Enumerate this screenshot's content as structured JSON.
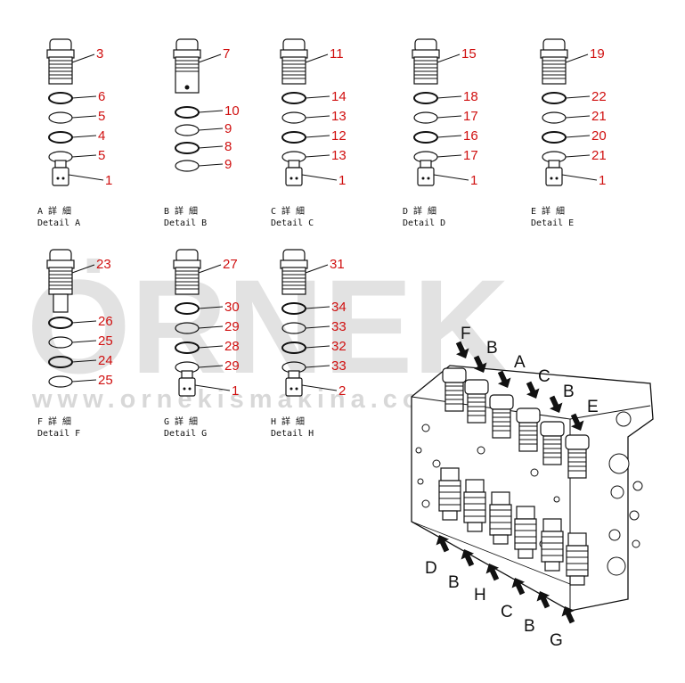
{
  "watermark": {
    "brand": "ÖRNEK",
    "url": "www.ornekismakina.com.tr"
  },
  "details": [
    {
      "id": "A",
      "caption_jp": "A 詳 細",
      "caption_en": "Detail A",
      "plug": "3",
      "rings": [
        "6",
        "5",
        "4",
        "5"
      ],
      "poppet": "1"
    },
    {
      "id": "B",
      "caption_jp": "B 詳 細",
      "caption_en": "Detail B",
      "plug": "7",
      "rings": [
        "10",
        "9",
        "8",
        "9"
      ],
      "poppet": ""
    },
    {
      "id": "C",
      "caption_jp": "C 詳 細",
      "caption_en": "Detail C",
      "plug": "11",
      "rings": [
        "14",
        "13",
        "12",
        "13"
      ],
      "poppet": "1"
    },
    {
      "id": "D",
      "caption_jp": "D 詳 細",
      "caption_en": "Detail D",
      "plug": "15",
      "rings": [
        "18",
        "17",
        "16",
        "17"
      ],
      "poppet": "1"
    },
    {
      "id": "E",
      "caption_jp": "E 詳 細",
      "caption_en": "Detail E",
      "plug": "19",
      "rings": [
        "22",
        "21",
        "20",
        "21"
      ],
      "poppet": "1"
    },
    {
      "id": "F",
      "caption_jp": "F 詳 細",
      "caption_en": "Detail F",
      "plug": "23",
      "rings": [
        "26",
        "25",
        "24",
        "25"
      ],
      "poppet": ""
    },
    {
      "id": "G",
      "caption_jp": "G 詳 細",
      "caption_en": "Detail G",
      "plug": "27",
      "rings": [
        "30",
        "29",
        "28",
        "29"
      ],
      "poppet": "1"
    },
    {
      "id": "H",
      "caption_jp": "H 詳 細",
      "caption_en": "Detail H",
      "plug": "31",
      "rings": [
        "34",
        "33",
        "32",
        "33"
      ],
      "poppet": "2"
    }
  ],
  "assembly_letters": {
    "top": [
      "F",
      "B",
      "A",
      "C",
      "B",
      "E"
    ],
    "bottom": [
      "D",
      "B",
      "H",
      "C",
      "B",
      "G"
    ]
  }
}
